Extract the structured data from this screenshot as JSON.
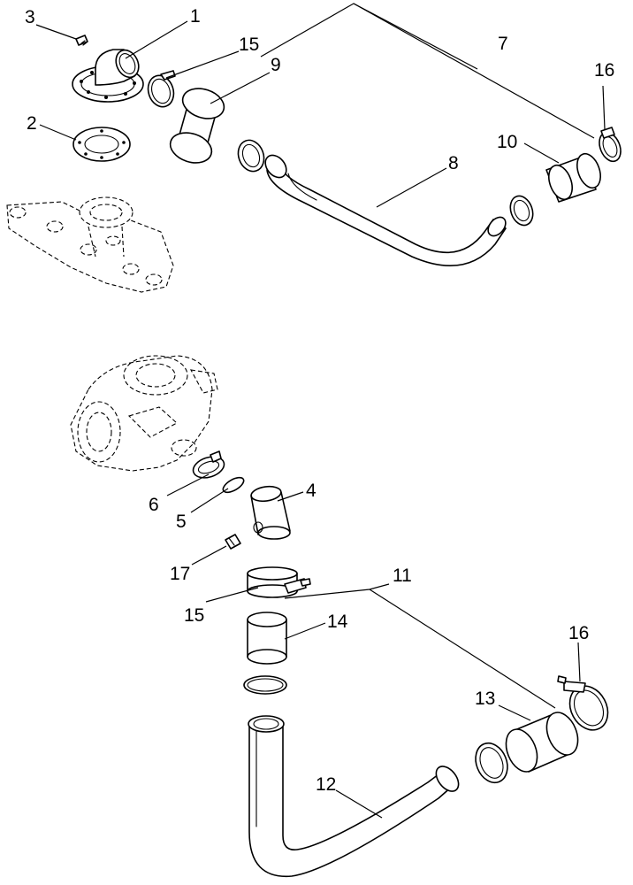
{
  "callouts": {
    "c1": "1",
    "c2": "2",
    "c3": "3",
    "c4": "4",
    "c5": "5",
    "c6": "6",
    "c7": "7",
    "c8": "8",
    "c9": "9",
    "c10": "10",
    "c11": "11",
    "c12": "12",
    "c13": "13",
    "c14": "14",
    "c15a": "15",
    "c15b": "15",
    "c16a": "16",
    "c16b": "16",
    "c17": "17"
  }
}
